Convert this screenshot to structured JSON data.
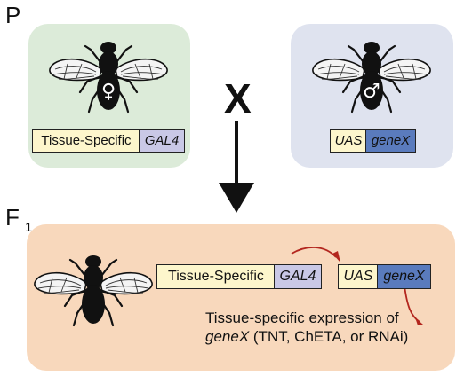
{
  "generations": {
    "parental": "P",
    "filial_letter": "F",
    "filial_subscript": "1"
  },
  "symbols": {
    "female": "♀",
    "male": "♂",
    "cross": "X"
  },
  "female_construct": {
    "promoter": "Tissue-Specific",
    "driver": "GAL4"
  },
  "male_construct": {
    "uas": "UAS",
    "gene": "geneX"
  },
  "offspring": {
    "promoter": "Tissue-Specific",
    "driver": "GAL4",
    "uas": "UAS",
    "gene": "geneX",
    "expression_line1": "Tissue-specific expression of",
    "expression_gene": "geneX",
    "expression_rest": " (TNT, ChETA, or RNAi)"
  },
  "colors": {
    "female_panel": "#dcebd9",
    "male_panel": "#dfe3ef",
    "offspring_panel": "#f8d8bc",
    "promoter_box": "#fdf6cc",
    "gal4_box": "#c9c8e6",
    "gene_box": "#5a7bbd",
    "arrow_red": "#b3261e"
  }
}
